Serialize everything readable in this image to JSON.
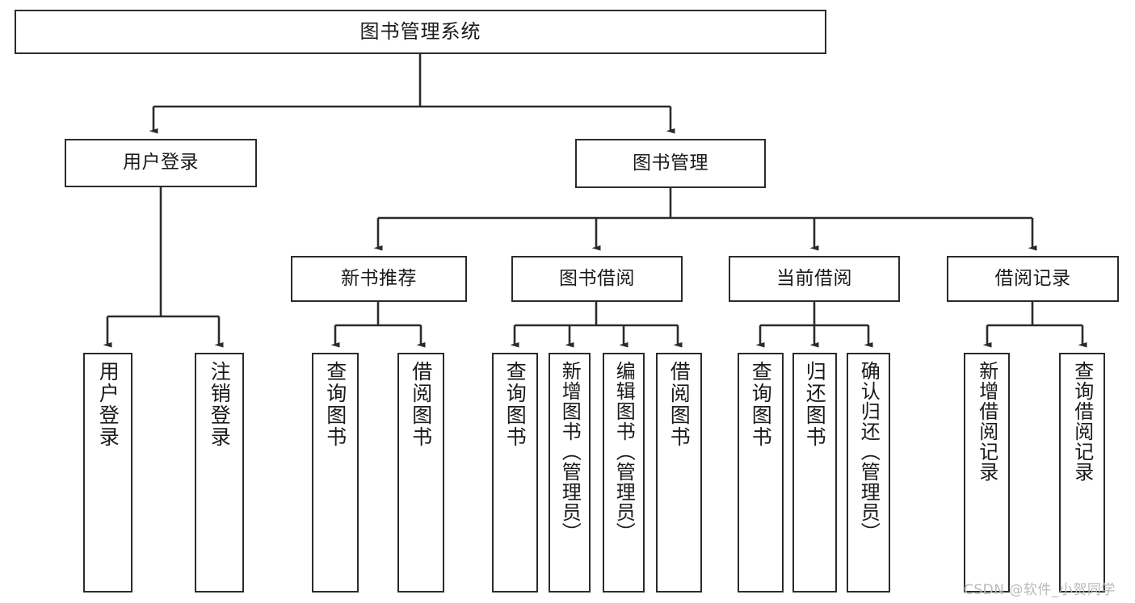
{
  "diagram": {
    "type": "tree",
    "title": "图书管理系统",
    "watermark": "CSDN @软件_小贺同学",
    "colors": {
      "stroke": "#2b2b2b",
      "fill": "#ffffff",
      "background": "#ffffff",
      "watermark": "#b9b9b9"
    },
    "nodes": {
      "root": {
        "label": "图书管理系统"
      },
      "level1": [
        {
          "id": "user-login",
          "label": "用户登录"
        },
        {
          "id": "book-manage",
          "label": "图书管理"
        }
      ],
      "level2": [
        {
          "id": "new-book-rec",
          "label": "新书推荐"
        },
        {
          "id": "book-borrow",
          "label": "图书借阅"
        },
        {
          "id": "current-borrow",
          "label": "当前借阅"
        },
        {
          "id": "borrow-record",
          "label": "借阅记录"
        }
      ],
      "leaves": {
        "user_login": [
          {
            "id": "leaf-user-login",
            "label": "用户登录"
          },
          {
            "id": "leaf-logout",
            "label": "注销登录"
          }
        ],
        "new_book_rec": [
          {
            "id": "leaf-query-book-1",
            "label": "查询图书"
          },
          {
            "id": "leaf-borrow-book-1",
            "label": "借阅图书"
          }
        ],
        "book_borrow": [
          {
            "id": "leaf-query-book-2",
            "label": "查询图书"
          },
          {
            "id": "leaf-add-book",
            "label": "新增图书（管理员）"
          },
          {
            "id": "leaf-edit-book",
            "label": "编辑图书（管理员）"
          },
          {
            "id": "leaf-borrow-book-2",
            "label": "借阅图书"
          }
        ],
        "current_borrow": [
          {
            "id": "leaf-query-book-3",
            "label": "查询图书"
          },
          {
            "id": "leaf-return-book",
            "label": "归还图书"
          },
          {
            "id": "leaf-confirm-return",
            "label": "确认归还（管理员）"
          }
        ],
        "borrow_record": [
          {
            "id": "leaf-add-record",
            "label": "新增借阅记录"
          },
          {
            "id": "leaf-query-record",
            "label": "查询借阅记录"
          }
        ]
      }
    }
  }
}
